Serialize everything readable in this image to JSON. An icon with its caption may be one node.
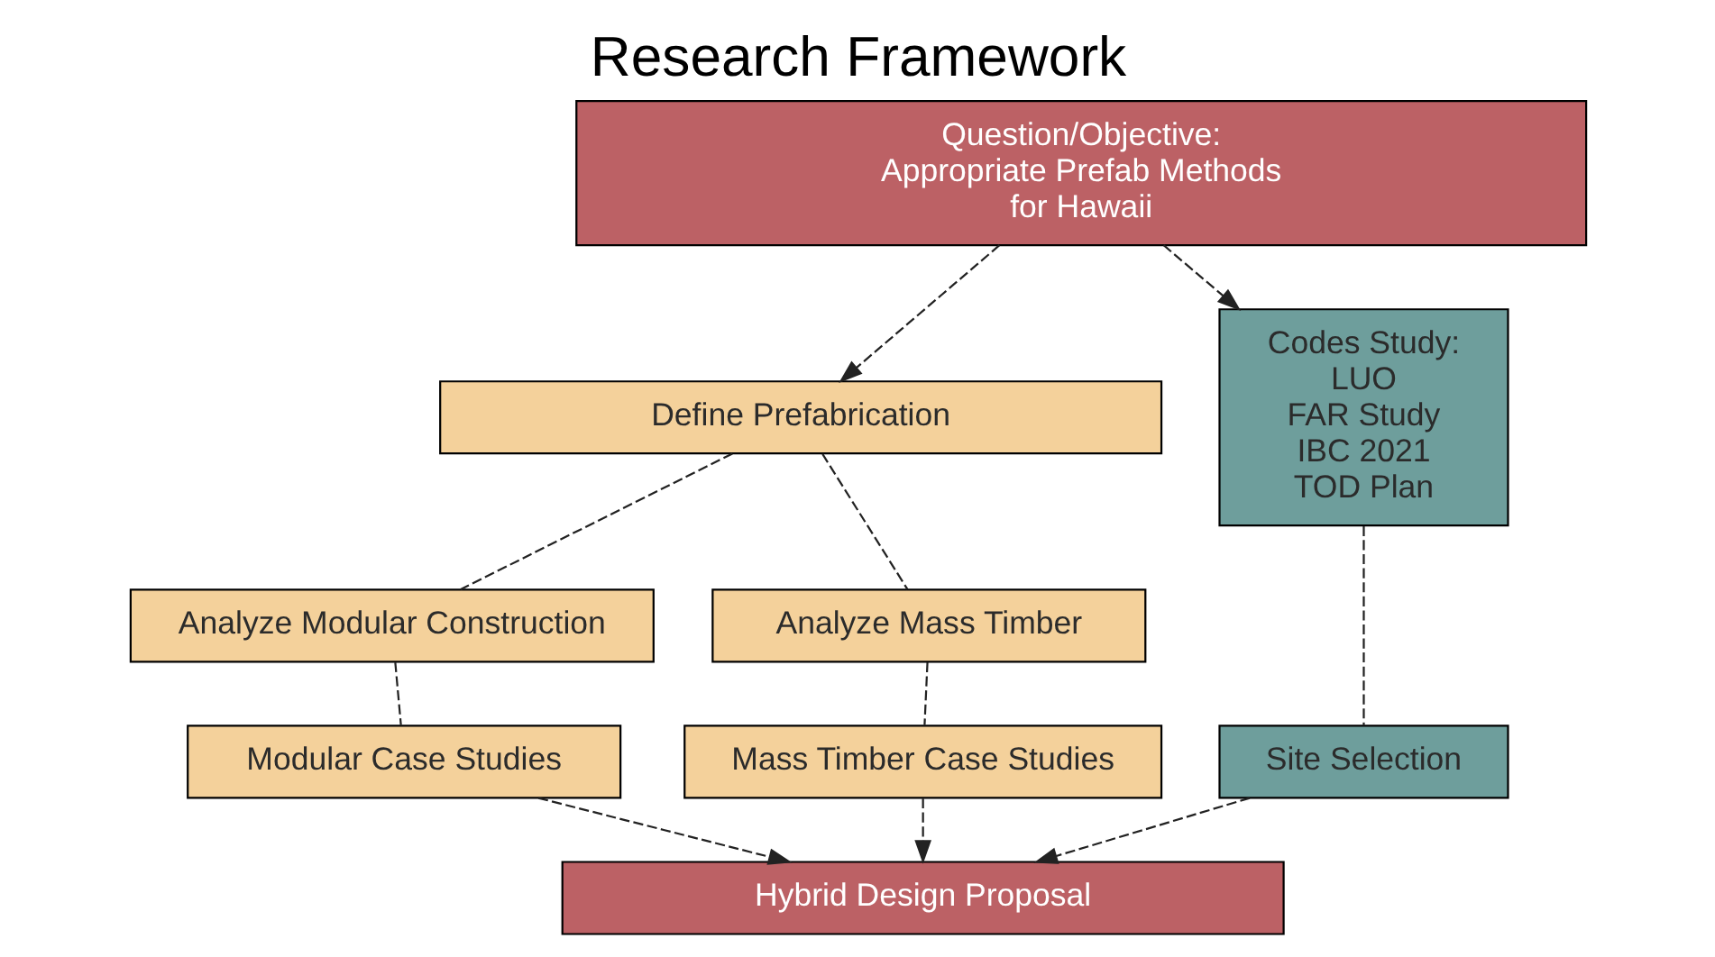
{
  "diagram": {
    "title": "Research Framework",
    "nodes": [
      {
        "text": [
          "Question/Objective: Appropriate Prefab Methods for Hawaii"
        ]
      },
      {
        "text": [
          "Define Prefabrication"
        ]
      },
      {
        "text": [
          "Codes Study:",
          "LUO",
          "FAR Study",
          "IBC 2021",
          "TOD Plan"
        ]
      },
      {
        "text": [
          "Analyze Modular Construction"
        ]
      },
      {
        "text": [
          "Analyze Mass Timber"
        ]
      },
      {
        "text": [
          "Modular Case Studies"
        ]
      },
      {
        "text": [
          "Mass Timber Case Studies"
        ]
      },
      {
        "text": [
          "Site Selection"
        ]
      },
      {
        "text": [
          "Hybrid Design Proposal"
        ]
      }
    ],
    "edges": [
      {
        "from": 0,
        "to": 1,
        "arrow": "to",
        "style": "dashed"
      },
      {
        "from": 0,
        "to": 2,
        "arrow": "to",
        "style": "dashed"
      },
      {
        "from": 1,
        "to": 3,
        "arrow": "none",
        "style": "dashed"
      },
      {
        "from": 1,
        "to": 4,
        "arrow": "none",
        "style": "dashed"
      },
      {
        "from": 3,
        "to": 5,
        "arrow": "none",
        "style": "dashed"
      },
      {
        "from": 4,
        "to": 6,
        "arrow": "none",
        "style": "dashed"
      },
      {
        "from": 2,
        "to": 7,
        "arrow": "none",
        "style": "dashed"
      },
      {
        "from": 5,
        "to": 8,
        "arrow": "to",
        "style": "dashed"
      },
      {
        "from": 6,
        "to": 8,
        "arrow": "to",
        "style": "dashed"
      },
      {
        "from": 7,
        "to": 8,
        "arrow": "to",
        "style": "dashed"
      }
    ]
  }
}
